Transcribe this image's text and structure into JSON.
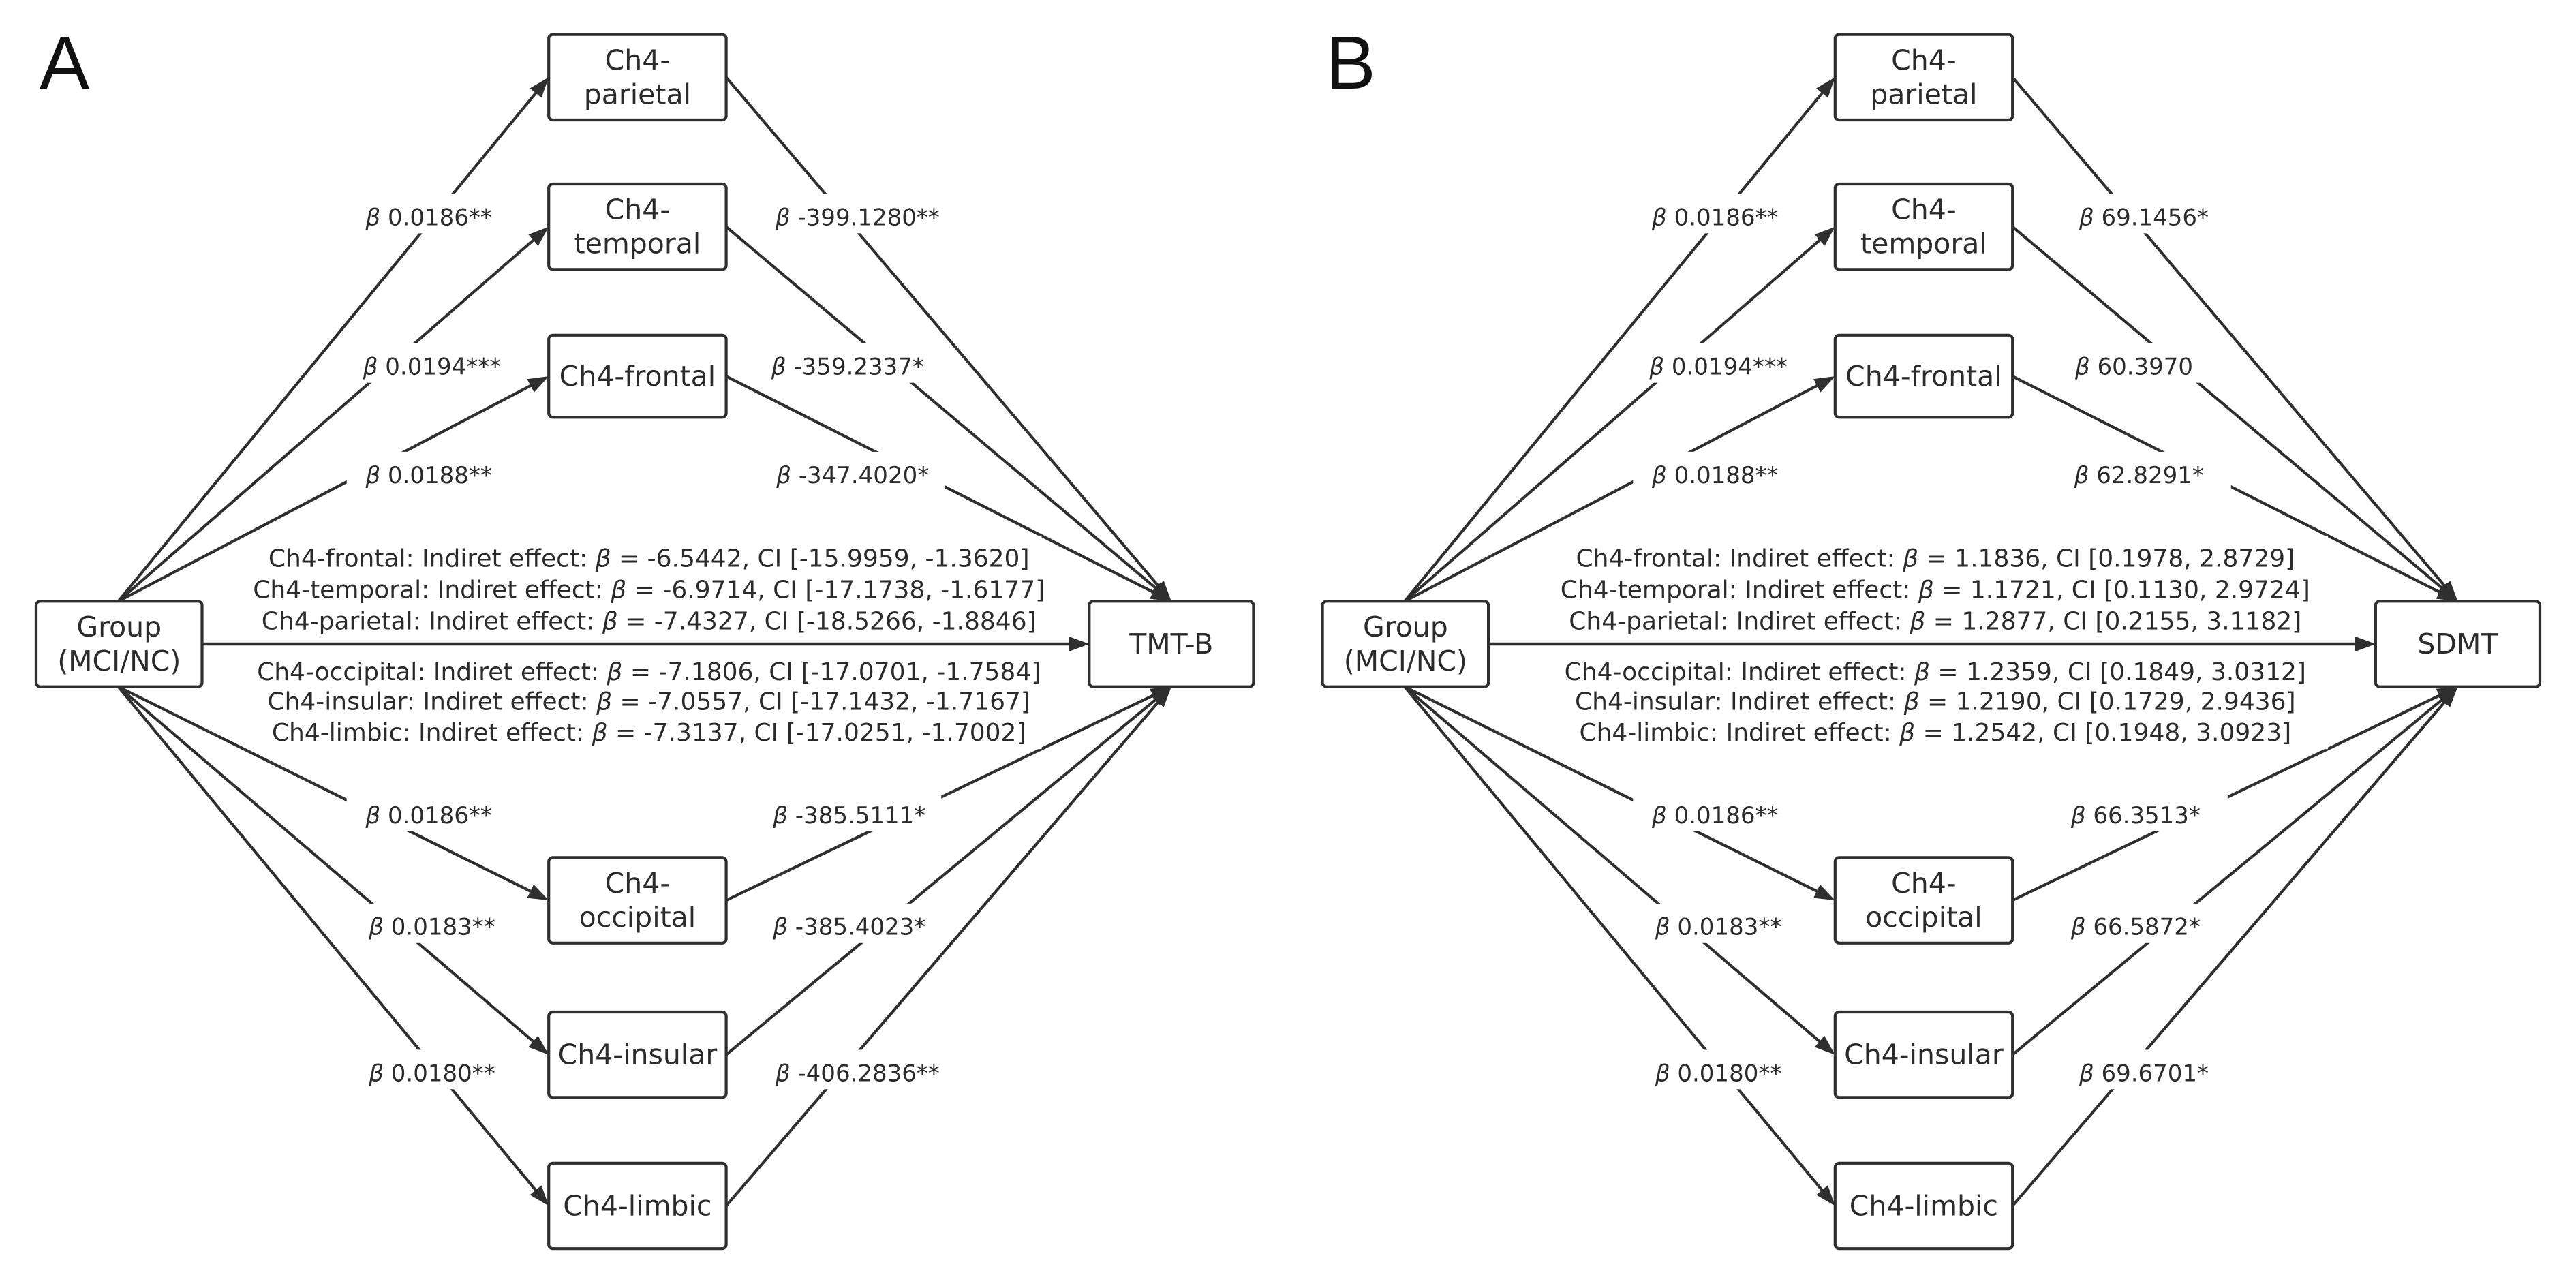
{
  "panels": [
    {
      "id": "A",
      "label": "A",
      "source": [
        "Group",
        "(MCI/NC)"
      ],
      "outcome": "TMT-B",
      "mediators": [
        {
          "key": "parietal",
          "lines": [
            "Ch4-",
            "parietal"
          ],
          "a": "0.0186**",
          "b": "-399.1280**"
        },
        {
          "key": "temporal",
          "lines": [
            "Ch4-",
            "temporal"
          ],
          "a": "0.0194***",
          "b": "-359.2337*"
        },
        {
          "key": "frontal",
          "lines": [
            "Ch4-frontal"
          ],
          "a": "0.0188**",
          "b": "-347.4020*"
        },
        {
          "key": "occipital",
          "lines": [
            "Ch4-",
            "occipital"
          ],
          "a": "0.0186**",
          "b": "-385.5111*"
        },
        {
          "key": "insular",
          "lines": [
            "Ch4-insular"
          ],
          "a": "0.0183**",
          "b": "-385.4023*"
        },
        {
          "key": "limbic",
          "lines": [
            "Ch4-limbic"
          ],
          "a": "0.0180**",
          "b": "-406.2836**"
        }
      ],
      "effects_upper": [
        {
          "pre": "Ch4-frontal: Indiret effect:",
          "val": "= -6.5442, CI [-15.9959, -1.3620]"
        },
        {
          "pre": "Ch4-temporal: Indiret effect:",
          "val": "= -6.9714, CI [-17.1738, -1.6177]"
        },
        {
          "pre": "Ch4-parietal: Indiret effect:",
          "val": "= -7.4327, CI [-18.5266, -1.8846]"
        }
      ],
      "effects_lower": [
        {
          "pre": "Ch4-occipital: Indiret effect:",
          "val": "= -7.1806, CI [-17.0701, -1.7584]"
        },
        {
          "pre": "Ch4-insular: Indiret effect:",
          "val": "= -7.0557, CI [-17.1432, -1.7167]"
        },
        {
          "pre": "Ch4-limbic: Indiret effect:",
          "val": "= -7.3137, CI [-17.0251, -1.7002]"
        }
      ]
    },
    {
      "id": "B",
      "label": "B",
      "source": [
        "Group",
        "(MCI/NC)"
      ],
      "outcome": "SDMT",
      "mediators": [
        {
          "key": "parietal",
          "lines": [
            "Ch4-",
            "parietal"
          ],
          "a": "0.0186**",
          "b": "69.1456*"
        },
        {
          "key": "temporal",
          "lines": [
            "Ch4-",
            "temporal"
          ],
          "a": "0.0194***",
          "b": "60.3970"
        },
        {
          "key": "frontal",
          "lines": [
            "Ch4-frontal"
          ],
          "a": "0.0188**",
          "b": "62.8291*"
        },
        {
          "key": "occipital",
          "lines": [
            "Ch4-",
            "occipital"
          ],
          "a": "0.0186**",
          "b": "66.3513*"
        },
        {
          "key": "insular",
          "lines": [
            "Ch4-insular"
          ],
          "a": "0.0183**",
          "b": "66.5872*"
        },
        {
          "key": "limbic",
          "lines": [
            "Ch4-limbic"
          ],
          "a": "0.0180**",
          "b": "69.6701*"
        }
      ],
      "effects_upper": [
        {
          "pre": "Ch4-frontal: Indiret effect:",
          "val": "= 1.1836, CI [0.1978, 2.8729]"
        },
        {
          "pre": "Ch4-temporal: Indiret effect:",
          "val": "= 1.1721, CI [0.1130, 2.9724]"
        },
        {
          "pre": "Ch4-parietal: Indiret effect:",
          "val": "= 1.2877, CI [0.2155, 3.1182]"
        }
      ],
      "effects_lower": [
        {
          "pre": "Ch4-occipital: Indiret effect:",
          "val": "= 1.2359, CI [0.1849, 3.0312]"
        },
        {
          "pre": "Ch4-insular: Indiret effect:",
          "val": "= 1.2190, CI [0.1729, 2.9436]"
        },
        {
          "pre": "Ch4-limbic: Indiret effect:",
          "val": "= 1.2542, CI [0.1948, 3.0923]"
        }
      ]
    }
  ],
  "beta_symbol": "β",
  "colors": {
    "line": "#2f2f2f",
    "text": "#2b2b2b",
    "background": "#ffffff"
  }
}
